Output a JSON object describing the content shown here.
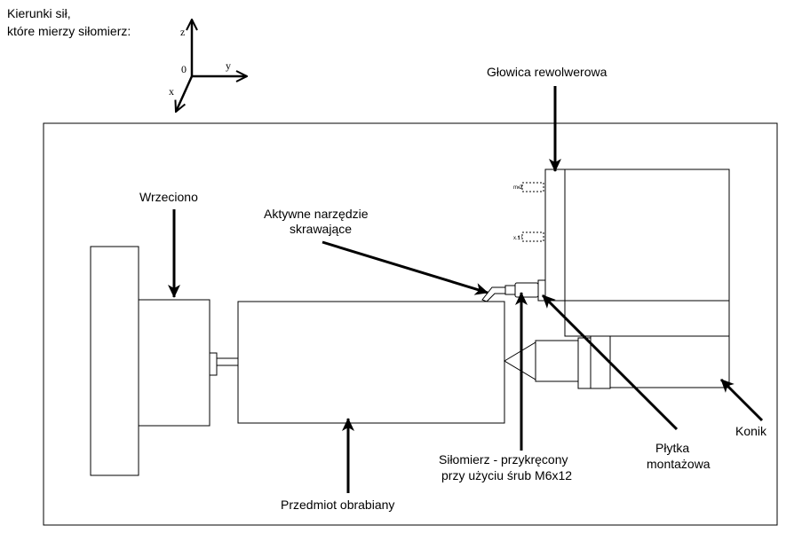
{
  "caption": {
    "line1": "Kierunki sił,",
    "line2": "które mierzy siłomierz:"
  },
  "axes": {
    "z": "z",
    "y": "y",
    "x": "x",
    "origin": "0"
  },
  "labels": {
    "turret": "Głowica rewolwerowa",
    "spindle": "Wrzeciono",
    "tool_line1": "Aktywne narzędzie",
    "tool_line2": "skrawające",
    "workpiece": "Przedmiot obrabiany",
    "dynamometer_line1": "Siłomierz - przykręcony",
    "dynamometer_line2": "przy użyciu śrub M6x12",
    "plate_line1": "Płytka",
    "plate_line2": "montażowa",
    "tailstock": "Konik"
  },
  "small_marks": {
    "mark1": "m.2",
    "mark2": "x.1"
  }
}
